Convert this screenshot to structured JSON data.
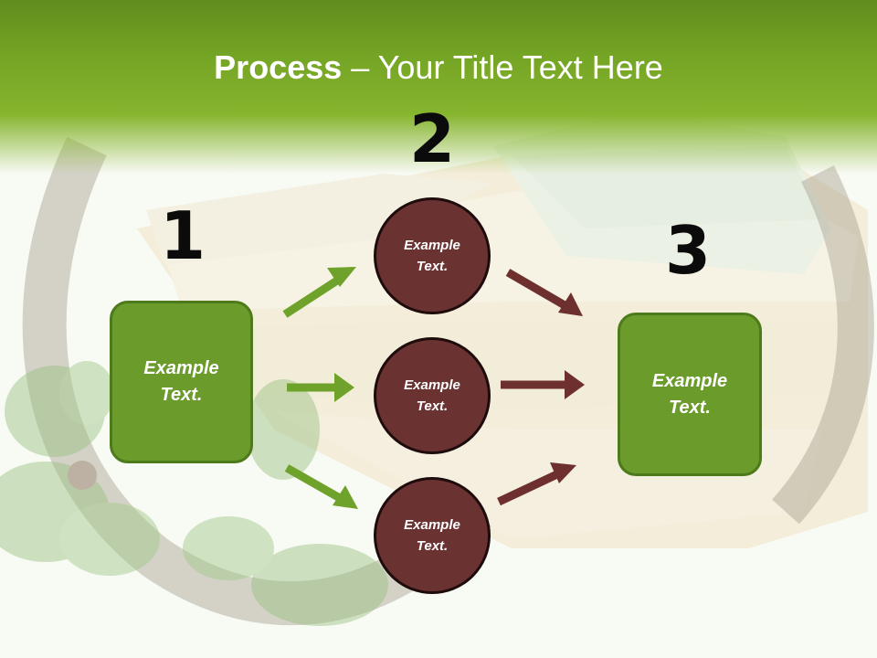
{
  "slide": {
    "title_bold": "Process",
    "title_rest": " – Your Title Text Here",
    "step_numbers": [
      "1",
      "2",
      "3"
    ],
    "left_box": "Example Text.",
    "circles": [
      "Example Text.",
      "Example Text.",
      "Example Text."
    ],
    "right_box": "Example Text.",
    "colors": {
      "green": "#6b9b2b",
      "maroon": "#6b3232",
      "arrow_green": "#6fa22a",
      "arrow_maroon": "#6e2f2f",
      "header": "#74a424"
    },
    "icons": [
      "right-arrow-icon"
    ]
  }
}
